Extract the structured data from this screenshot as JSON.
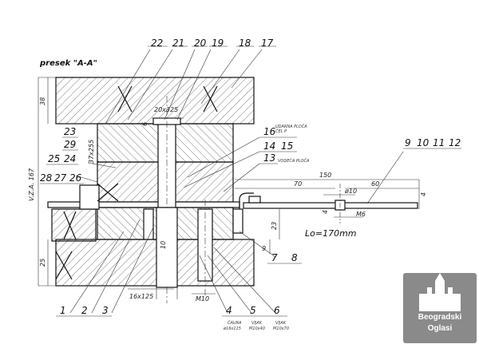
{
  "drawing": {
    "section_title": "presek \"A-A\"",
    "lo_label": "Lo=170mm",
    "part_numbers": {
      "n1": "1",
      "n2": "2",
      "n3": "3",
      "n4": "4",
      "n5": "5",
      "n6": "6",
      "n7": "7",
      "n8": "8",
      "n9": "9",
      "n10": "10",
      "n11": "11",
      "n12": "12",
      "n13": "13",
      "n14": "14",
      "n15": "15",
      "n16": "16",
      "n17": "17",
      "n18": "18",
      "n19": "19",
      "n20": "20",
      "n21": "21",
      "n22": "22",
      "n23": "23",
      "n24": "24",
      "n25": "25",
      "n26": "26",
      "n27": "27",
      "n28": "28",
      "n29": "29"
    },
    "dimensions": {
      "d20x325": "20x325",
      "d38": "38",
      "d6": "6",
      "d37x255": "37x255",
      "d150": "150",
      "d70": "70",
      "d60": "60",
      "dphi10": "ø10",
      "dM6": "M6",
      "d4a": "4",
      "d4b": "4",
      "d23": "23",
      "d9": "9",
      "d10": "10",
      "d25": "25",
      "d16x125": "16x125",
      "dM10": "M10",
      "dvza": "V.Z.A. 167"
    },
    "notes": {
      "n16_note": "UDARNA PLOČA",
      "n16_note2": "ČEL P",
      "n13_note": "VODEĆA PLOČA",
      "n4_note": "ČAURA",
      "n4_note2": "ø16x115",
      "n5_note": "VIJAK",
      "n5_note2": "M10x40",
      "n6_note": "VIJAK",
      "n6_note2": "M10x70"
    }
  },
  "watermark": {
    "line1": "Beogradski",
    "line2": "Oglasi"
  }
}
